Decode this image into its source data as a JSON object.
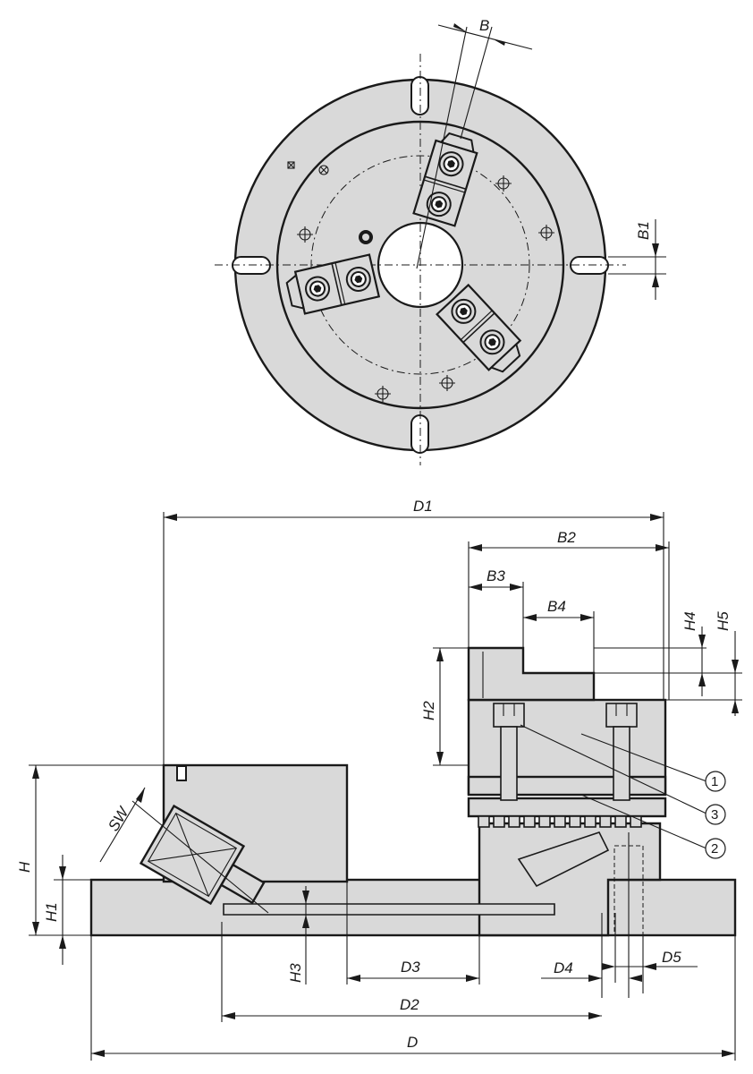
{
  "top_view": {
    "labels": {
      "b": "B",
      "b1": "B1"
    }
  },
  "side_view": {
    "labels": {
      "d1": "D1",
      "b2": "B2",
      "b3": "B3",
      "b4": "B4",
      "h2": "H2",
      "h4": "H4",
      "h5": "H5",
      "h": "H",
      "h1": "H1",
      "h3": "H3",
      "sw": "SW",
      "d3": "D3",
      "d2": "D2",
      "d": "D",
      "d4": "D4",
      "d5": "D5"
    },
    "callouts": [
      "1",
      "3",
      "2"
    ]
  },
  "colors": {
    "fill": "#d9d9d9",
    "ink": "#1a1a1a"
  }
}
